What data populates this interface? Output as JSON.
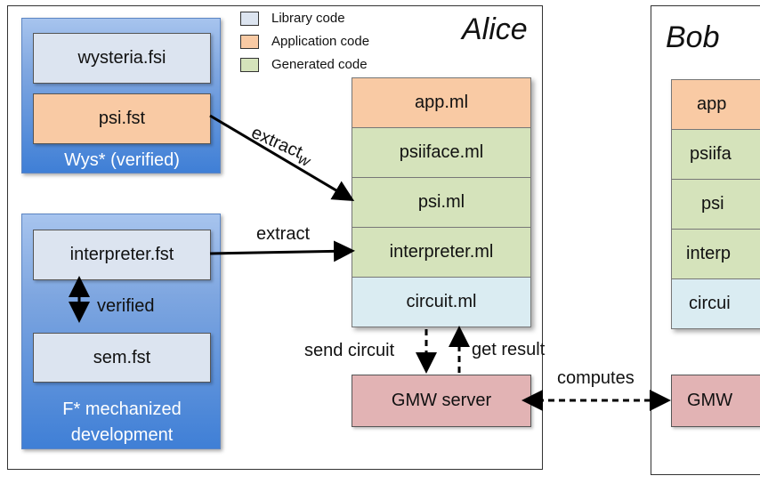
{
  "legend": [
    {
      "label": "Library code",
      "color": "#dce4f0"
    },
    {
      "label": "Application code",
      "color": "#f9caa4"
    },
    {
      "label": "Generated code",
      "color": "#d5e3bb"
    }
  ],
  "alice": {
    "title": "Alice",
    "wys_panel": {
      "items": [
        "wysteria.fsi",
        "psi.fst"
      ],
      "caption": "Wys* (verified)"
    },
    "fstar_panel": {
      "items": [
        "interpreter.fst",
        "sem.fst"
      ],
      "verified_label": "verified",
      "caption": [
        "F* mechanized",
        "development"
      ]
    },
    "stack": [
      "app.ml",
      "psiiface.ml",
      "psi.ml",
      "interpreter.ml",
      "circuit.ml"
    ],
    "gmw_server": "GMW server",
    "edges": {
      "extract_w": "extract",
      "extract_w_sub": "w",
      "extract": "extract",
      "send_circuit": "send circuit",
      "get_result": "get result"
    }
  },
  "bob": {
    "title": "Bob",
    "stack": [
      "app",
      "psiifa",
      "psi",
      "interp",
      "circui"
    ],
    "gmw": "GMW"
  },
  "computes_label": "computes"
}
